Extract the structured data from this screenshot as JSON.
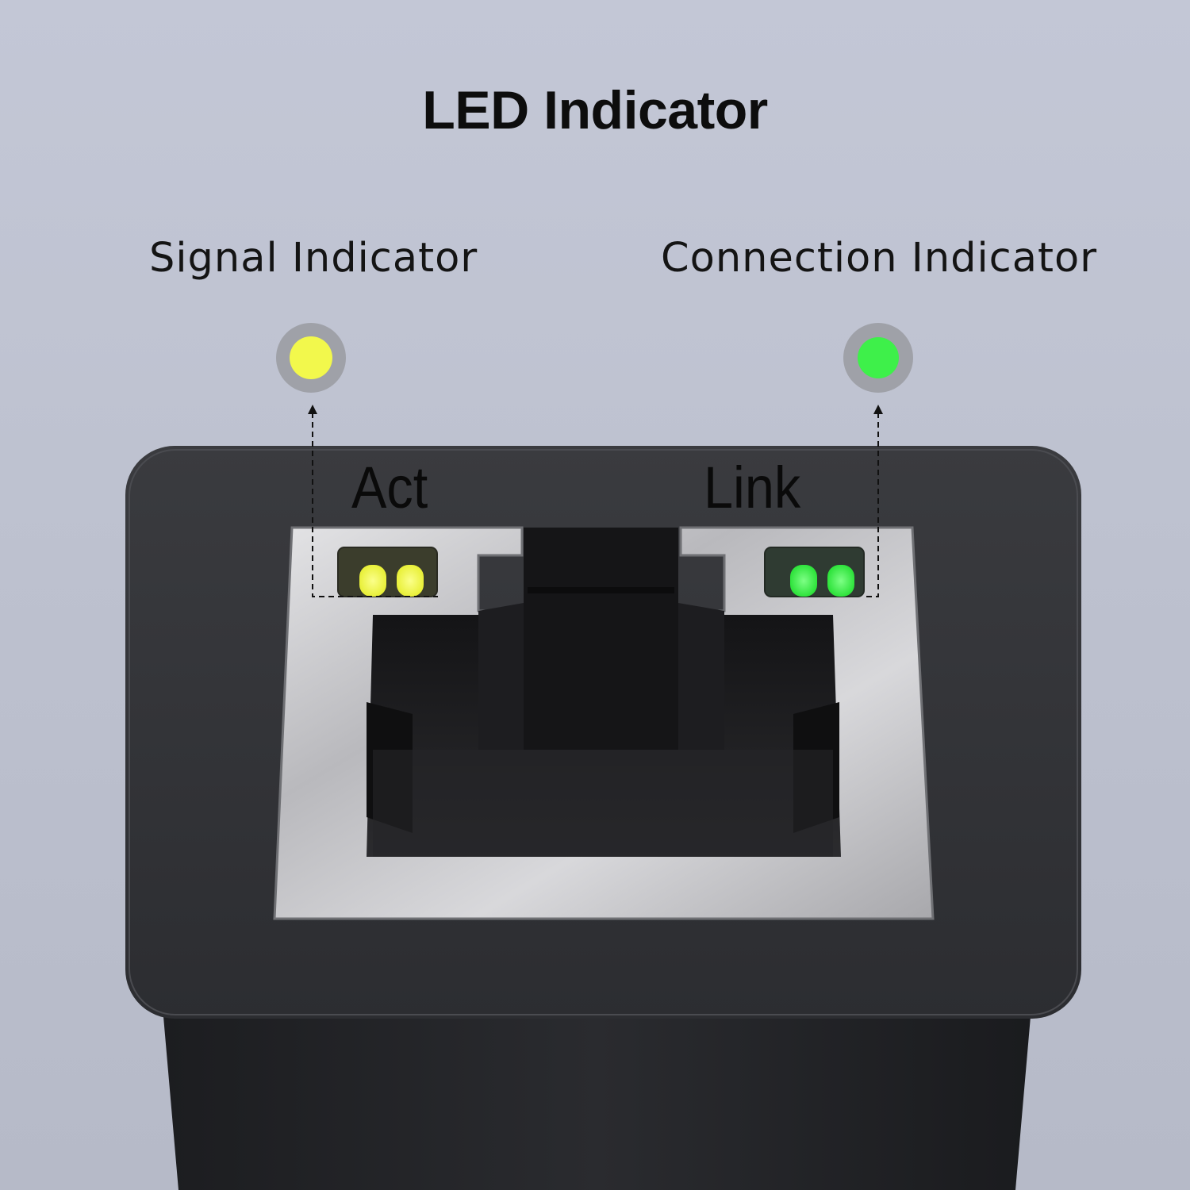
{
  "title": "LED Indicator",
  "indicators": {
    "signal": {
      "label": "Signal Indicator",
      "color": "#f2f84c"
    },
    "connection": {
      "label": "Connection Indicator",
      "color": "#3ef04a"
    }
  },
  "port": {
    "act_label": "Act",
    "link_label": "Link"
  }
}
